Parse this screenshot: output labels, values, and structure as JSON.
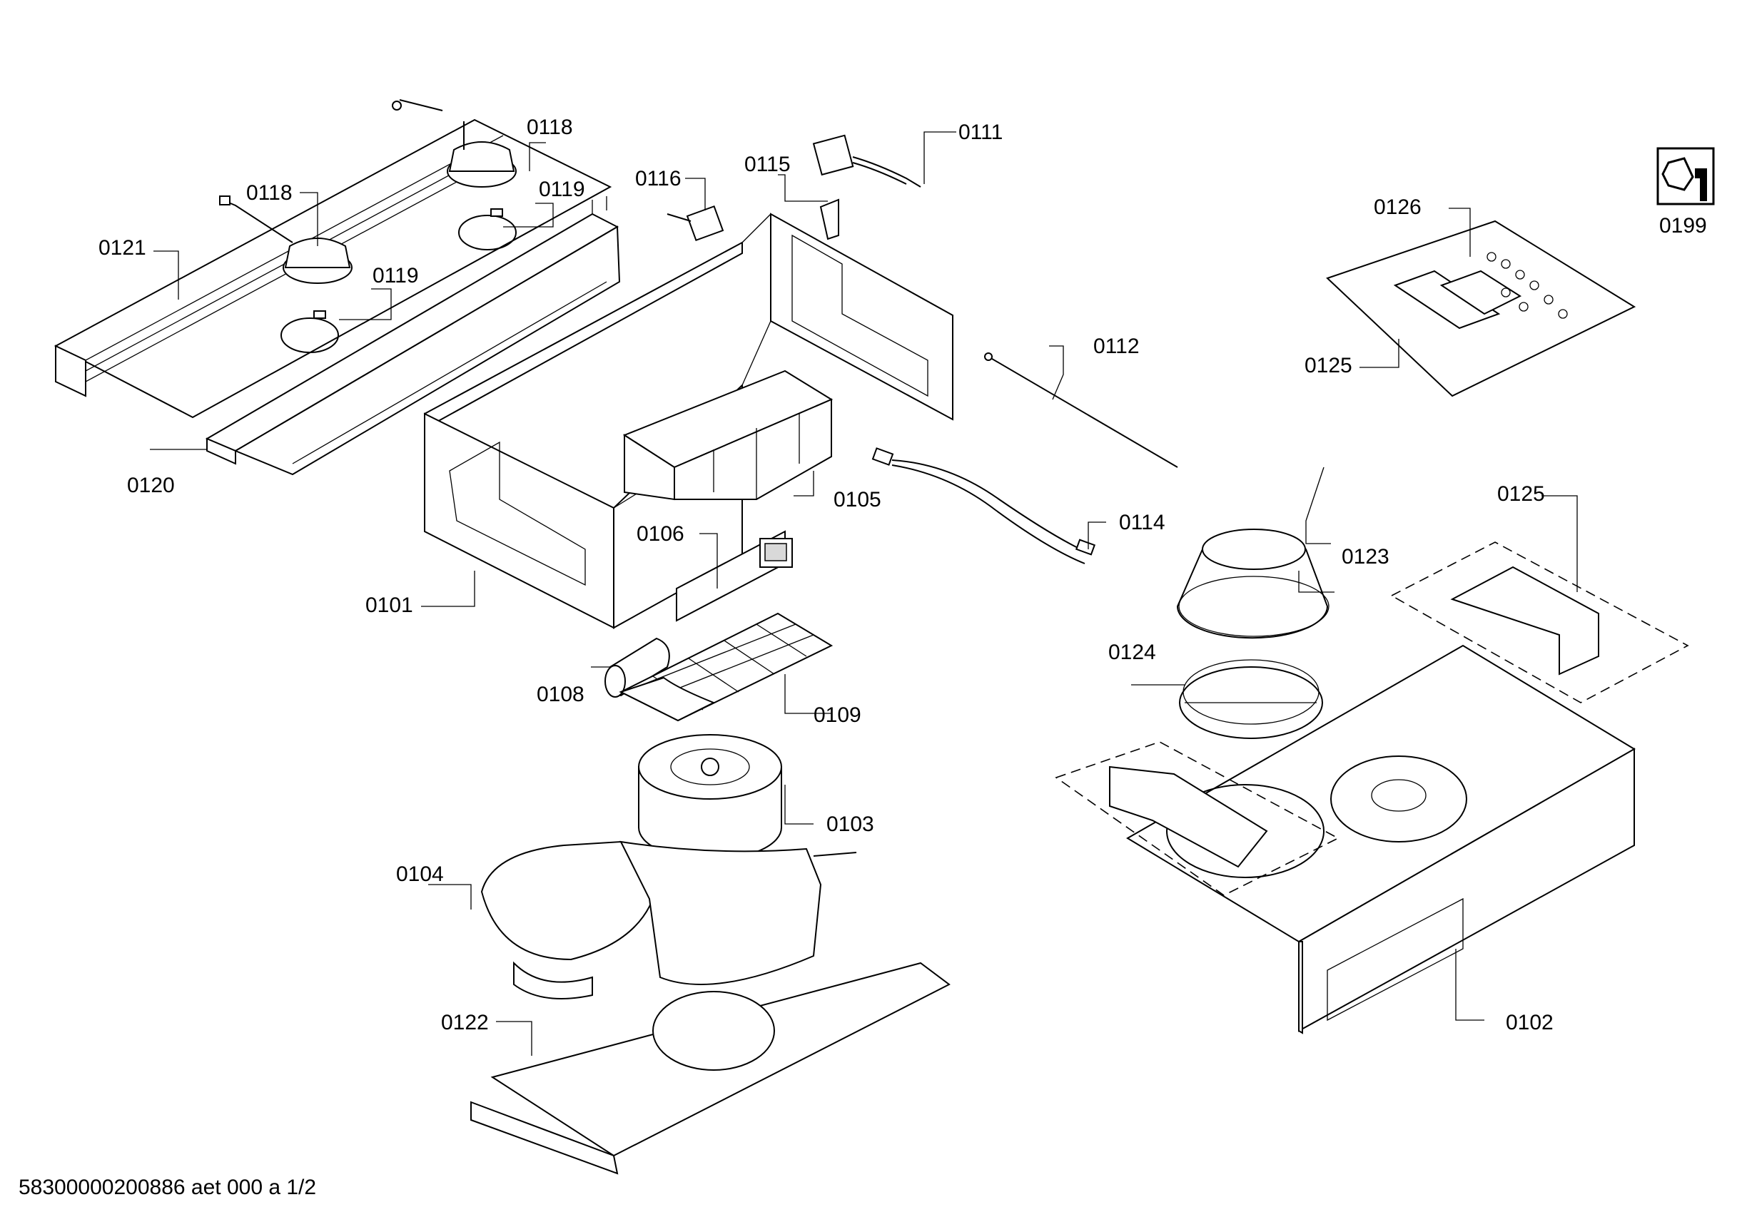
{
  "labels": {
    "p0101": "0101",
    "p0102": "0102",
    "p0103": "0103",
    "p0104": "0104",
    "p0105": "0105",
    "p0106": "0106",
    "p0108": "0108",
    "p0109": "0109",
    "p0111": "0111",
    "p0112": "0112",
    "p0114": "0114",
    "p0115": "0115",
    "p0116": "0116",
    "p0118a": "0118",
    "p0118b": "0118",
    "p0119a": "0119",
    "p0119b": "0119",
    "p0120": "0120",
    "p0121": "0121",
    "p0122": "0122",
    "p0123": "0123",
    "p0124": "0124",
    "p0125a": "0125",
    "p0125b": "0125",
    "p0126": "0126",
    "p0199": "0199"
  },
  "footer": {
    "doc_id": "58300000200886 aet 000 a 1/2"
  },
  "icons": {
    "tool_icon": "nut-wrench-icon"
  }
}
